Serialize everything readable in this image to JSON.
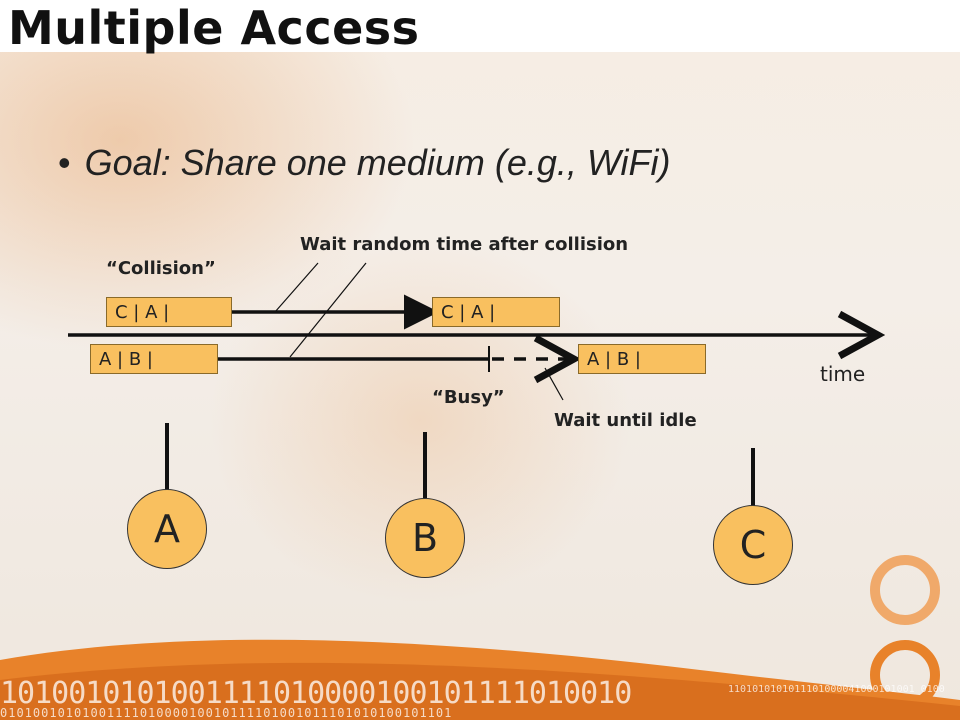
{
  "slide": {
    "title": "Multiple Access",
    "bullet": "Goal: Share one medium (e.g., WiFi)",
    "bullet_marker": "•"
  },
  "diagram": {
    "labels": {
      "collision": "“Collision”",
      "wait_random": "Wait random time after collision",
      "busy": "“Busy”",
      "wait_idle": "Wait until idle",
      "time": "time"
    },
    "frames": {
      "c_first": "C | A |",
      "c_second": "C | A |",
      "a_first": "A | B |",
      "a_second": "A | B |"
    },
    "nodes": {
      "a": "A",
      "b": "B",
      "c": "C"
    }
  },
  "decor": {
    "binary_line_1": "1010010101001111010000100101111010010",
    "binary_line_2": "0101001010100111101000010010111101001011101010100101101",
    "binary_small": "1101010101011101000041000101001 0100"
  },
  "colors": {
    "frame_fill": "#f9c05f",
    "accent_orange": "#e8822a"
  }
}
